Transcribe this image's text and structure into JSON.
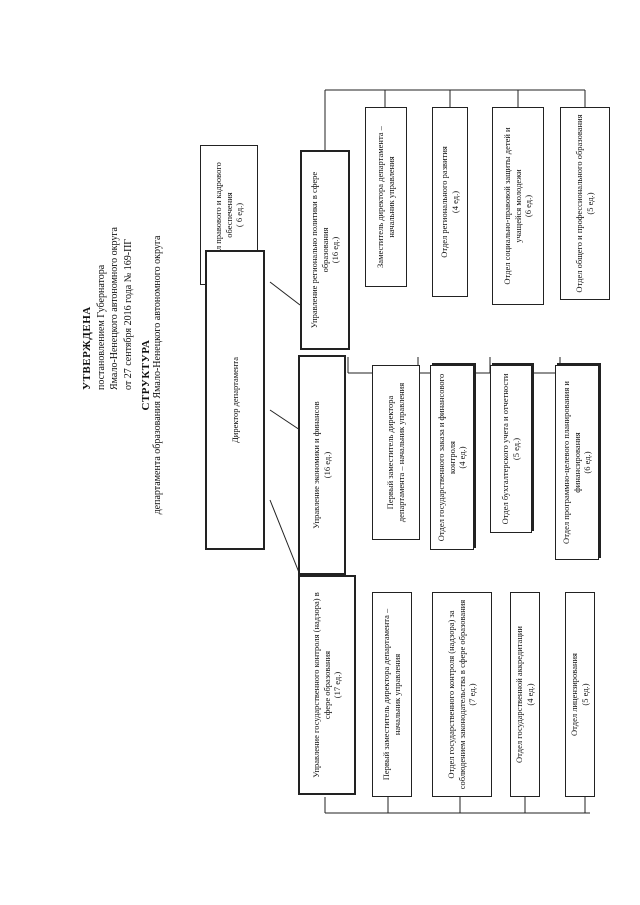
{
  "approval": {
    "header": "УТВЕРЖДЕНА",
    "line1": "постановлением Губернатора",
    "line2": "Ямало-Ненецкого автономного округа",
    "line3": "от 27 сентября 2016 года № 169-ПГ"
  },
  "title": {
    "main": "СТРУКТУРА",
    "sub": "департамента образования Ямало-Ненецкого автономного округа"
  },
  "director": "Директор департамента",
  "legal_dept": {
    "name": "Отдел правового и кадрового обеспечения",
    "staff": "( 6 ед.)"
  },
  "columns": [
    {
      "head": {
        "name": "Управление регионально политики в сфере образования",
        "staff": "(16 ед.)"
      },
      "units": [
        {
          "name": "Заместитель директора департамента – начальник управления",
          "staff": ""
        },
        {
          "name": "Отдел регионального развития",
          "staff": "(4 ед.)"
        },
        {
          "name": "Отдел социально-правовой защиты детей и учащейся молодежи",
          "staff": "(6 ед.)"
        },
        {
          "name": "Отдел общего и профессионального образования",
          "staff": "(5 ед.)"
        }
      ]
    },
    {
      "head": {
        "name": "Управление экономики и финансов",
        "staff": "(16 ед.)"
      },
      "units": [
        {
          "name": "Первый заместитель директора департамента – начальник управления",
          "staff": ""
        },
        {
          "name": "Отдел государственного заказа и финансового контроля",
          "staff": "(4 ед.)"
        },
        {
          "name": "Отдел бухгалтерского учета и отчетности",
          "staff": "(5 ед.)"
        },
        {
          "name": "Отдел программно-целевого планирования и финансирования",
          "staff": "(6 ед.)"
        }
      ]
    },
    {
      "head": {
        "name": "Управление государственного контроля (надзора) в сфере образования",
        "staff": "(17 ед.)"
      },
      "units": [
        {
          "name": "Первый заместитель директора департамента – начальник управления",
          "staff": ""
        },
        {
          "name": "Отдел государственного контроля (надзора) за соблюдением законодательства в сфере образования",
          "staff": "(7 ед.)"
        },
        {
          "name": "Отдел государственной аккредитации",
          "staff": "(4 ед.)"
        },
        {
          "name": "Отдел лицензирования",
          "staff": "(5 ед.)"
        }
      ]
    }
  ]
}
